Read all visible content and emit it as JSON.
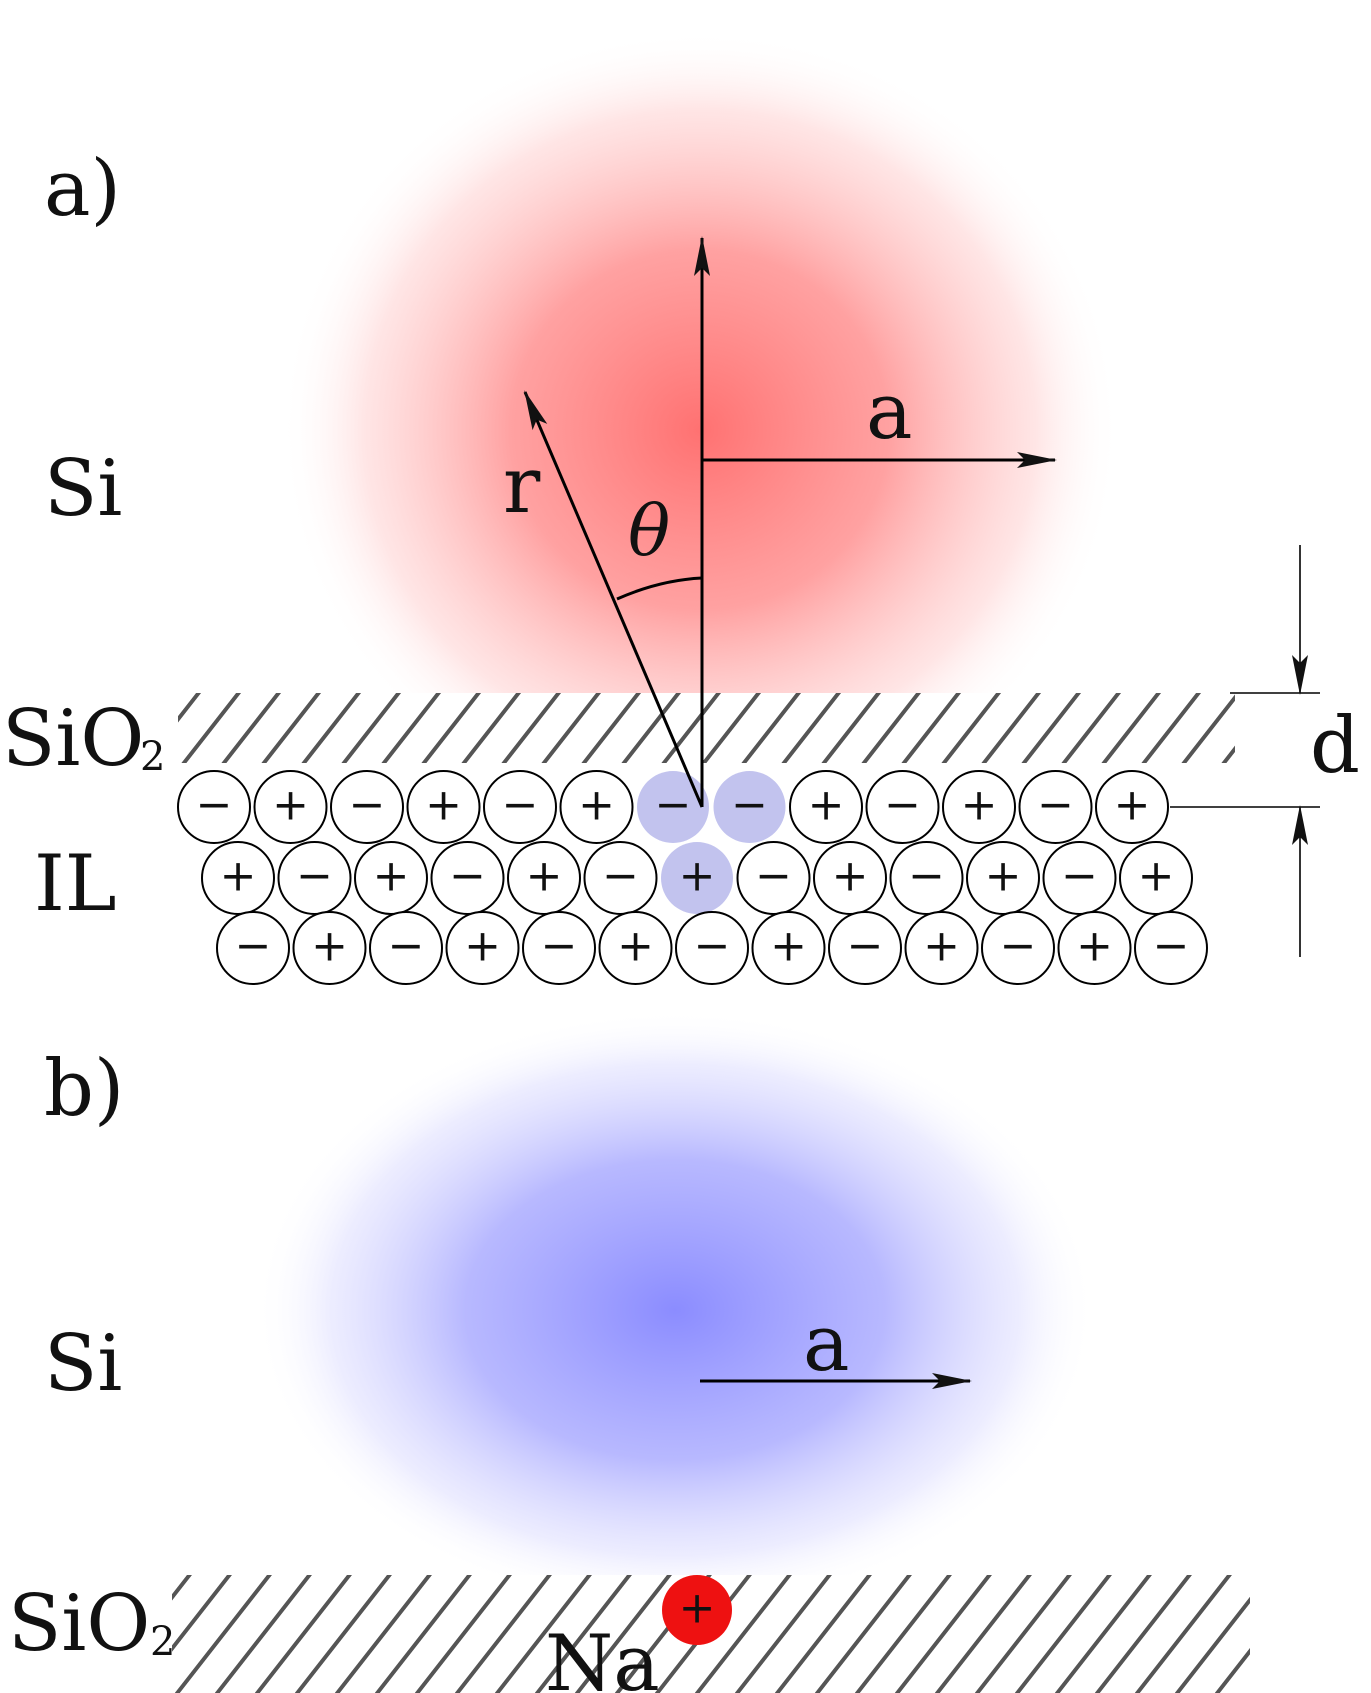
{
  "panel_a": {
    "tag": "a)",
    "layer_top": "Si",
    "layer_oxide": "SiO",
    "oxide_subscript": "2",
    "layer_liquid": "IL",
    "vector_r": "r",
    "vector_a": "a",
    "angle": "θ",
    "distance": "d",
    "cloud_color": "#ff5a5a",
    "ion_highlight_color": "#c2c3ee",
    "ion_rows": [
      [
        "−",
        "+",
        "−",
        "+",
        "−",
        "+",
        "−",
        "−",
        "+",
        "−",
        "+",
        "−",
        "+"
      ],
      [
        "+",
        "−",
        "+",
        "−",
        "+",
        "−",
        "+",
        "−",
        "+",
        "−",
        "+",
        "−",
        "+"
      ],
      [
        "−",
        "+",
        "−",
        "+",
        "−",
        "+",
        "−",
        "+",
        "−",
        "+",
        "−",
        "+",
        "−"
      ]
    ]
  },
  "panel_b": {
    "tag": "b)",
    "layer_top": "Si",
    "layer_oxide": "SiO",
    "oxide_subscript": "2",
    "vector_a": "a",
    "impurity_label": "Na",
    "impurity_charge": "+",
    "cloud_color": "#7f80ff",
    "impurity_color": "#ee1111"
  }
}
